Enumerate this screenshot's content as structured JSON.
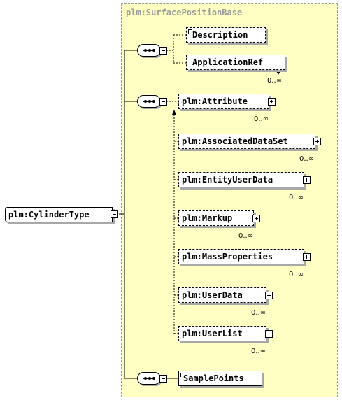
{
  "base_type": "plm:SurfacePositionBase",
  "root_element": "plm:CylinderType",
  "elements": {
    "description": {
      "label": "Description"
    },
    "application_ref": {
      "label": "ApplicationRef",
      "cardinality": "0..∞"
    },
    "attribute": {
      "label": "plm:Attribute",
      "cardinality": "0..∞"
    },
    "associated_data_set": {
      "label": "plm:AssociatedDataSet",
      "cardinality": "0..∞"
    },
    "entity_user_data": {
      "label": "plm:EntityUserData",
      "cardinality": "0..∞"
    },
    "markup": {
      "label": "plm:Markup",
      "cardinality": "0..∞"
    },
    "mass_properties": {
      "label": "plm:MassProperties",
      "cardinality": "0..∞"
    },
    "user_data": {
      "label": "plm:UserData",
      "cardinality": "0..∞"
    },
    "user_list": {
      "label": "plm:UserList",
      "cardinality": "0..∞"
    },
    "sample_points": {
      "label": "SamplePoints"
    }
  }
}
